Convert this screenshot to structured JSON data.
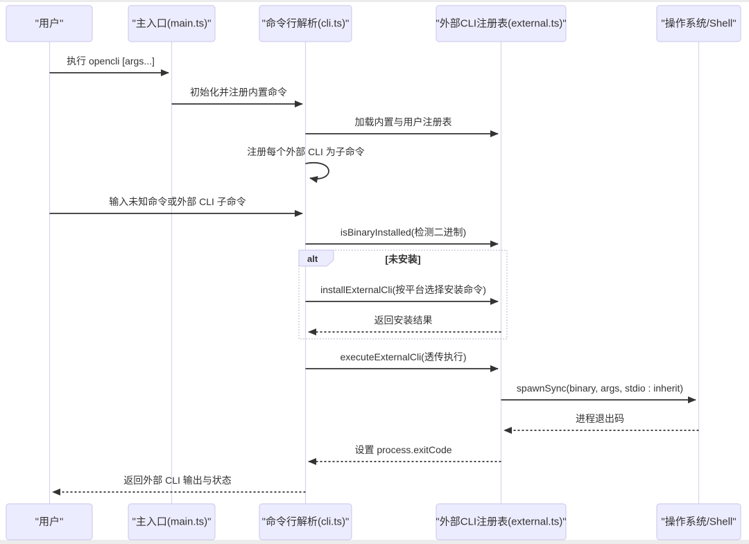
{
  "theme": {
    "background": "#ffffff",
    "window_edge": "#ececec",
    "actor_fill": "#ECECFF",
    "actor_border": "#c9c5ea",
    "lifeline_color": "#d8d4ea",
    "arrow_color": "#333333",
    "text_color": "#333333",
    "alt_border": "#c6c3d8"
  },
  "diagram": {
    "type": "sequence",
    "actors": [
      {
        "id": "user",
        "label": "\"用户\""
      },
      {
        "id": "main",
        "label": "\"主入口(main.ts)\""
      },
      {
        "id": "cli",
        "label": "\"命令行解析(cli.ts)\""
      },
      {
        "id": "external",
        "label": "\"外部CLI注册表(external.ts)\""
      },
      {
        "id": "shell",
        "label": "\"操作系统/Shell\""
      }
    ],
    "messages": [
      {
        "from": "user",
        "to": "main",
        "style": "solid",
        "text": "执行 opencli [args...]"
      },
      {
        "from": "main",
        "to": "cli",
        "style": "solid",
        "text": "初始化并注册内置命令"
      },
      {
        "from": "cli",
        "to": "external",
        "style": "solid",
        "text": "加载内置与用户注册表"
      },
      {
        "from": "cli",
        "to": "cli",
        "style": "self",
        "text": "注册每个外部 CLI 为子命令"
      },
      {
        "from": "user",
        "to": "cli",
        "style": "solid",
        "text": "输入未知命令或外部 CLI 子命令"
      },
      {
        "from": "cli",
        "to": "external",
        "style": "solid",
        "text": "isBinaryInstalled(检测二进制)"
      },
      {
        "from": "cli",
        "to": "external",
        "style": "solid",
        "text": "installExternalCli(按平台选择安装命令)",
        "in_alt": true
      },
      {
        "from": "external",
        "to": "cli",
        "style": "dashed",
        "text": "返回安装结果",
        "in_alt": true
      },
      {
        "from": "cli",
        "to": "external",
        "style": "solid",
        "text": "executeExternalCli(透传执行)"
      },
      {
        "from": "external",
        "to": "shell",
        "style": "solid",
        "text": "spawnSync(binary, args, stdio : inherit)"
      },
      {
        "from": "shell",
        "to": "external",
        "style": "dashed",
        "text": "进程退出码"
      },
      {
        "from": "external",
        "to": "cli",
        "style": "dashed",
        "text": "设置 process.exitCode"
      },
      {
        "from": "cli",
        "to": "user",
        "style": "dashed",
        "text": "返回外部 CLI 输出与状态"
      }
    ],
    "alt_block": {
      "keyword": "alt",
      "condition": "[未安装]"
    }
  }
}
